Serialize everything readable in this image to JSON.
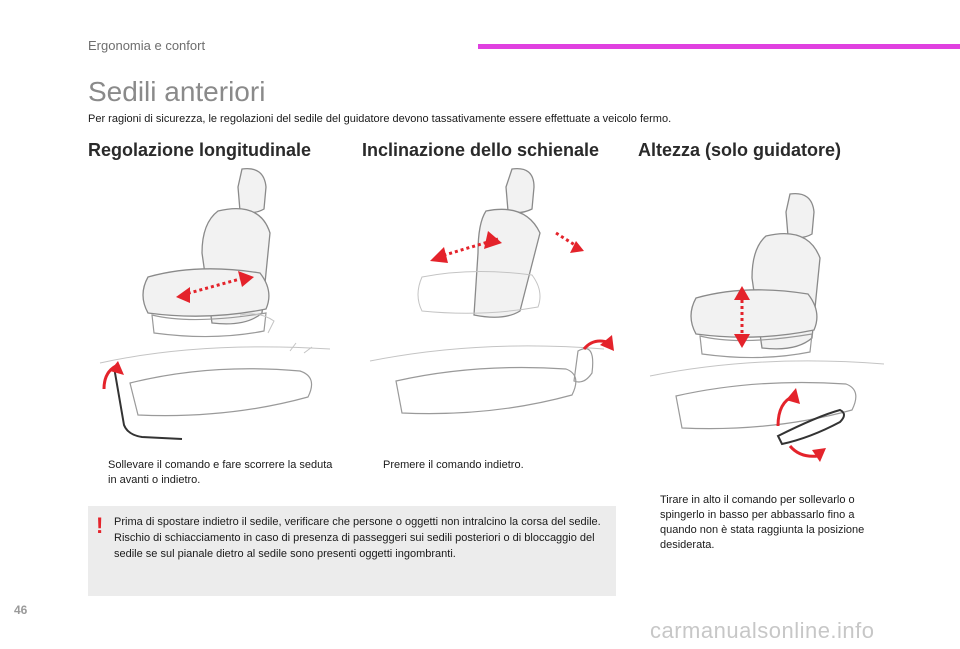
{
  "header": {
    "section": "Ergonomia e confort",
    "accent_color": "#e040e0"
  },
  "title": "Sedili anteriori",
  "intro": "Per ragioni di sicurezza, le regolazioni del sedile del guidatore devono tassativamente essere effettuate a veicolo fermo.",
  "columns": [
    {
      "title": "Regolazione longitudinale",
      "step": "Sollevare il comando e fare scorrere la seduta in avanti o indietro."
    },
    {
      "title": "Inclinazione dello schienale",
      "step": "Premere il comando indietro."
    },
    {
      "title": "Altezza (solo guidatore)",
      "step": "Tirare in alto il comando per sollevarlo o spingerlo in basso per abbassarlo fino a quando non è stata raggiunta la posizione desiderata."
    }
  ],
  "bullet_symbol": "",
  "warning": {
    "icon": "!",
    "line1": "Prima di spostare indietro il sedile, verificare che persone o oggetti non intralcino la corsa del sedile.",
    "line2": "Rischio di schiacciamento in caso di presenza di passeggeri sui sedili posteriori o di bloccaggio del sedile se sul pianale dietro al sedile sono presenti oggetti ingombranti."
  },
  "page_number": "46",
  "watermark": "carmanualsonline.info",
  "arrow_color": "#e4232b"
}
